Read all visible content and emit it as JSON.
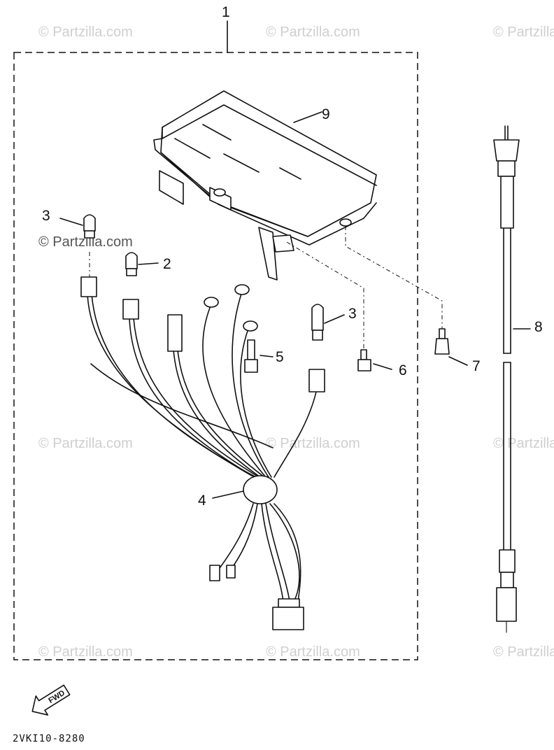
{
  "diagram": {
    "callouts": [
      "1",
      "9",
      "3",
      "2",
      "3",
      "5",
      "6",
      "7",
      "8",
      "4"
    ],
    "footer_code": "2VKI10-8280",
    "fwd_label": "FWD",
    "watermark": "© Partzilla.com"
  }
}
